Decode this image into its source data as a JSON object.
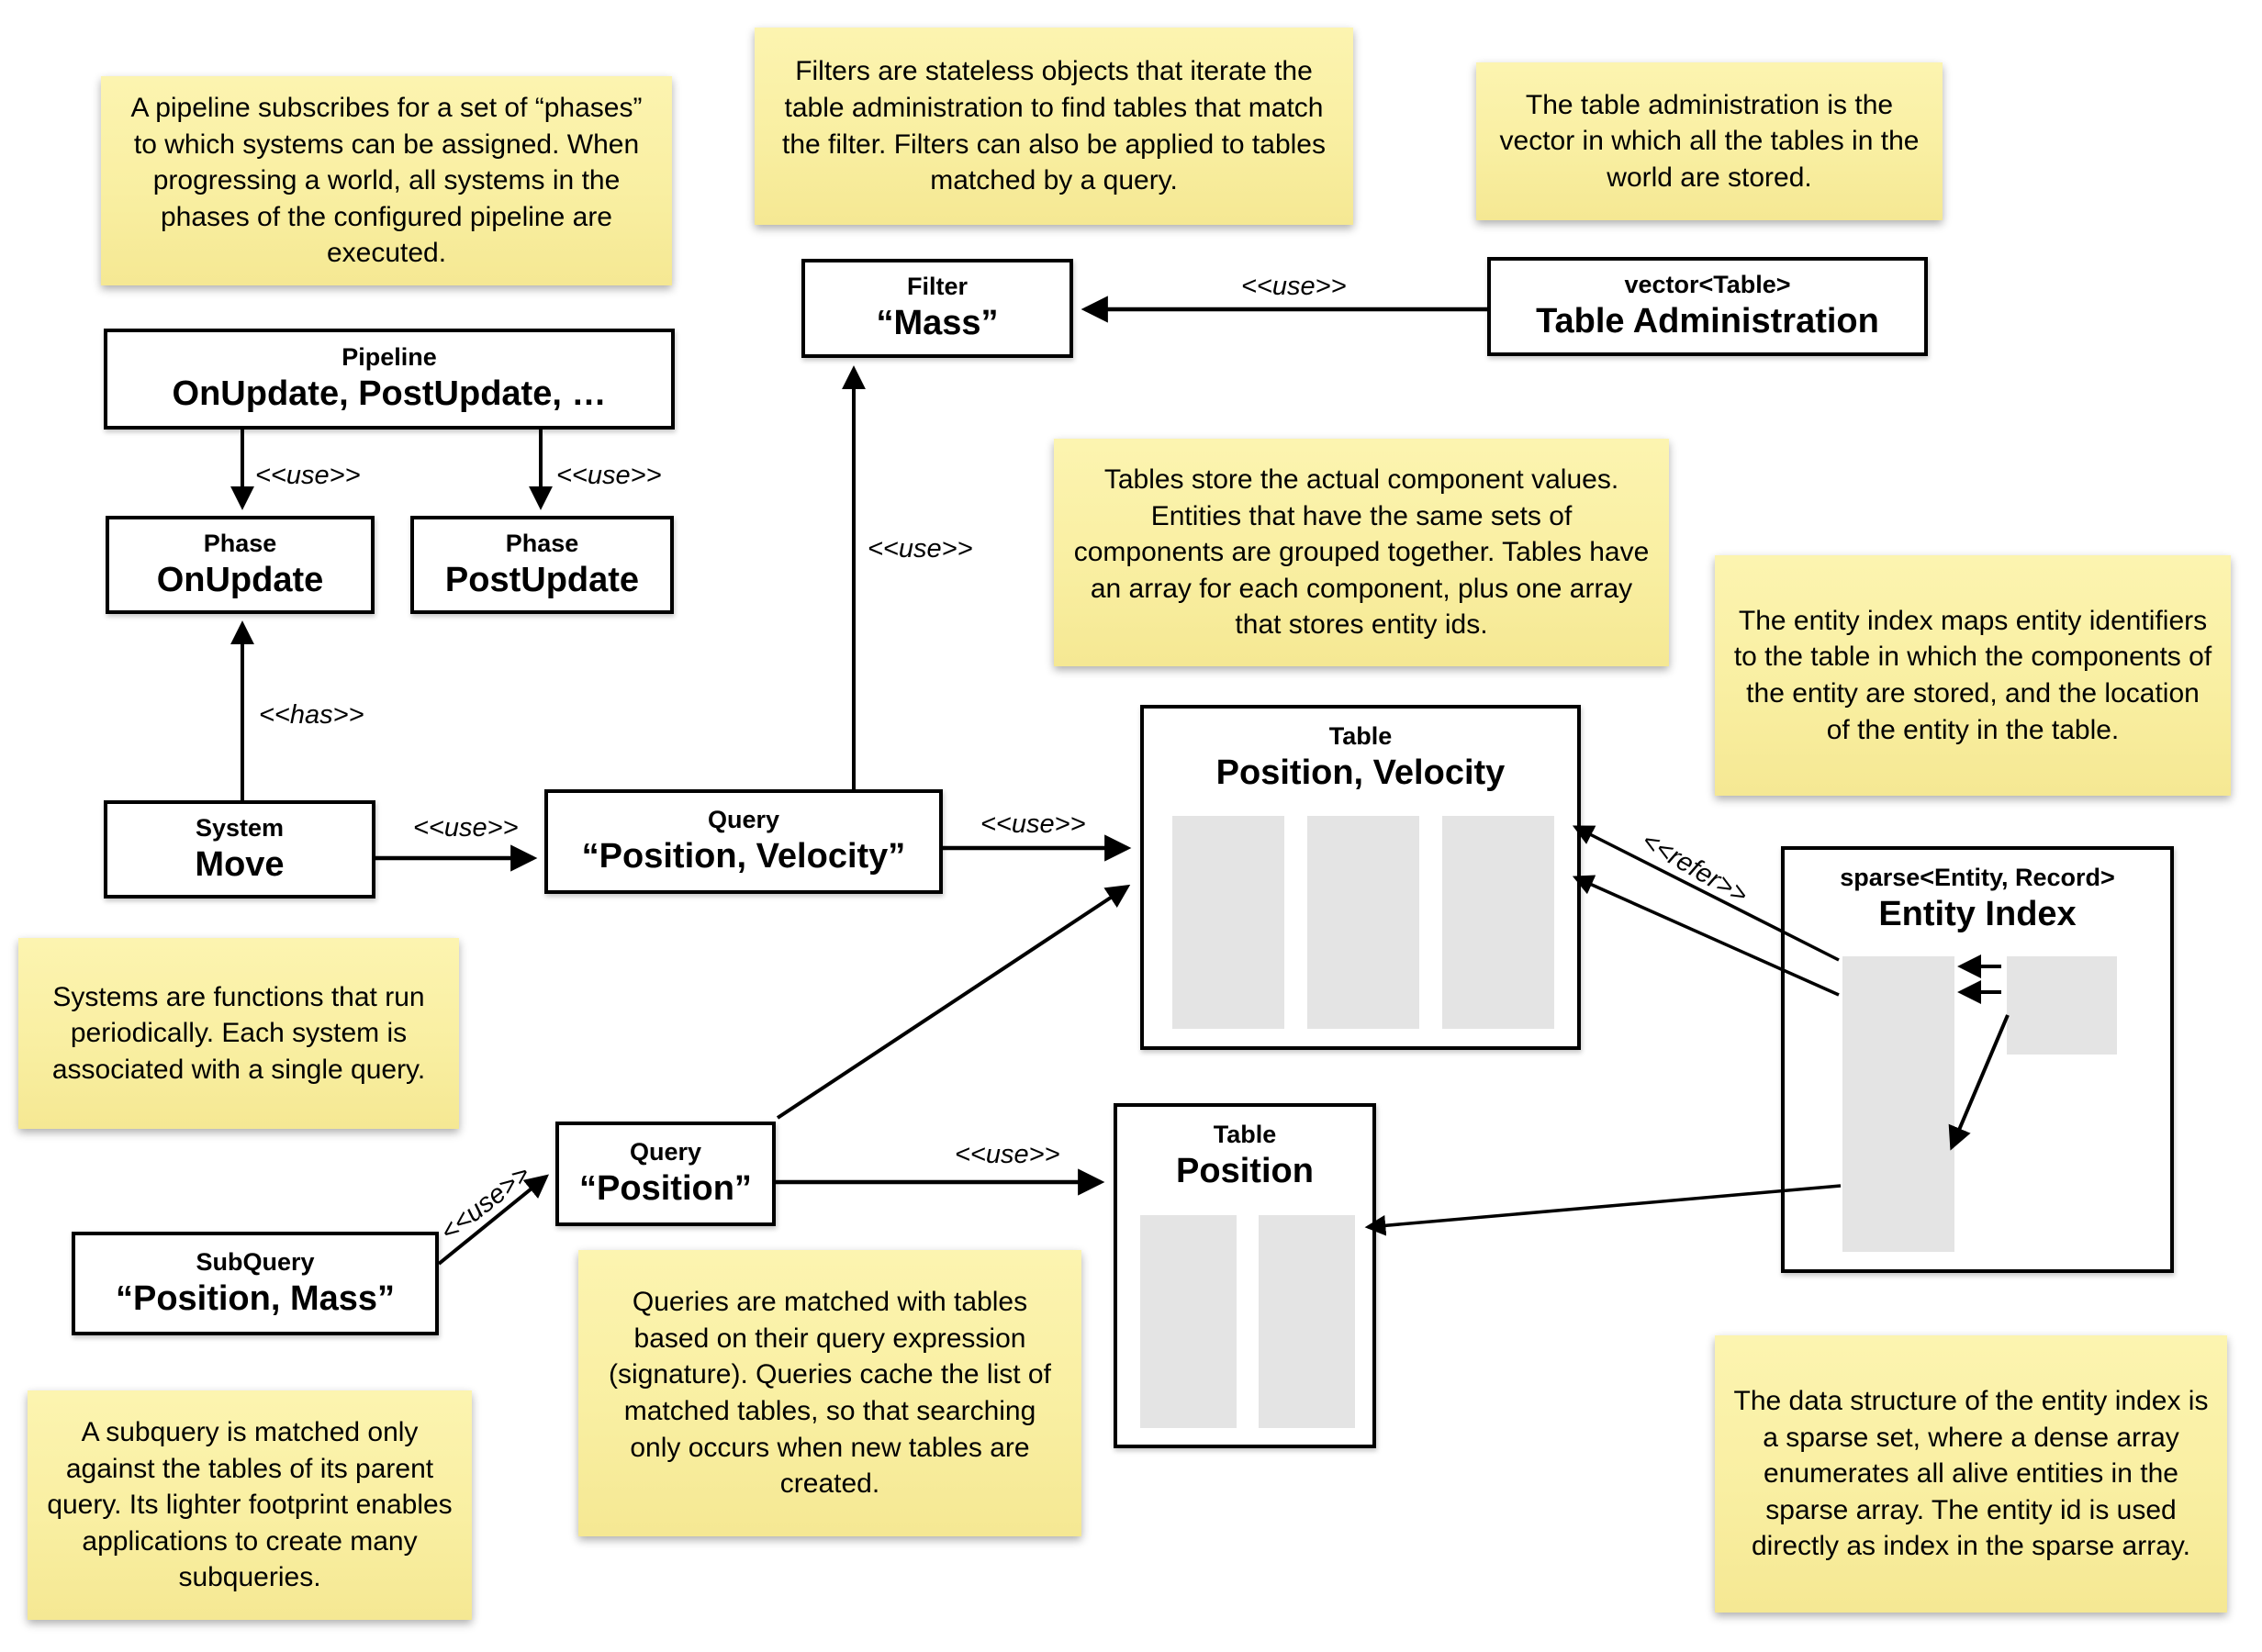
{
  "notes": {
    "pipeline": "A pipeline subscribes for a set of “phases” to which systems can be assigned. When progressing a world, all systems in the phases of the configured pipeline are executed.",
    "filters": "Filters are stateless objects that iterate the table administration to find tables that match the filter. Filters can also be applied to tables matched by a query.",
    "table_admin": "The table administration is the vector in which all the tables in the world are stored.",
    "tables": "Tables store the actual component values. Entities that have the same sets of components are grouped together. Tables have an array for each component, plus one array that stores entity ids.",
    "entity_index": "The entity index maps entity identifiers to the table in which the components of the entity are stored, and the location of the entity in the table.",
    "systems": "Systems are functions that run periodically. Each system is associated with a single query.",
    "queries": "Queries are matched with tables based on their query expression (signature). Queries cache the list of matched tables, so that searching only occurs when new tables are created.",
    "subquery": "A subquery is matched only against the tables of its parent query. Its lighter footprint enables applications to create many subqueries.",
    "sparse_set": "The data structure of the entity index is a sparse set, where a dense array enumerates all alive entities in the sparse array. The entity id is used directly as index in the sparse array."
  },
  "boxes": {
    "pipeline": {
      "title": "Pipeline",
      "label": "OnUpdate, PostUpdate, …"
    },
    "phase_onupdate": {
      "title": "Phase",
      "label": "OnUpdate"
    },
    "phase_postupdate": {
      "title": "Phase",
      "label": "PostUpdate"
    },
    "filter_mass": {
      "title": "Filter",
      "label": "“Mass”"
    },
    "table_administration": {
      "title": "vector<Table>",
      "label": "Table Administration"
    },
    "system_move": {
      "title": "System",
      "label": "Move"
    },
    "query_position_velocity": {
      "title": "Query",
      "label": "“Position, Velocity”"
    },
    "query_position": {
      "title": "Query",
      "label": "“Position”"
    },
    "subquery_position_mass": {
      "title": "SubQuery",
      "label": "“Position, Mass”"
    },
    "table_position_velocity": {
      "title": "Table",
      "label": "Position, Velocity"
    },
    "table_position": {
      "title": "Table",
      "label": "Position"
    },
    "entity_index": {
      "title": "sparse<Entity, Record>",
      "label": "Entity Index"
    }
  },
  "edge_labels": {
    "use": "<<use>>",
    "has": "<<has>>",
    "refer": "<<refer>>"
  }
}
